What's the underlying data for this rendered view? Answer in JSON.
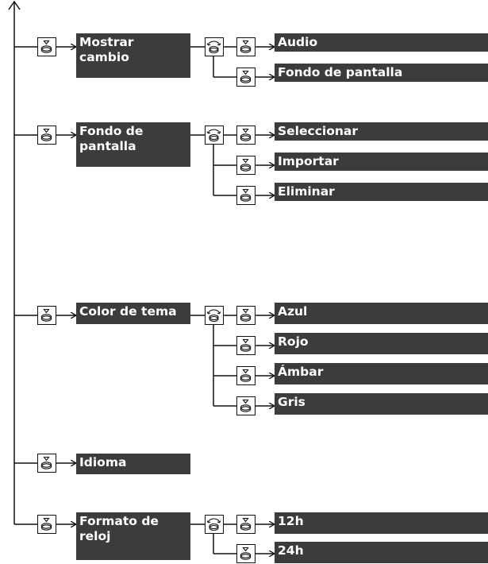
{
  "menu": [
    {
      "label": "Mostrar\ncambio",
      "has_rotary": true,
      "options": [
        "Audio",
        "Fondo de pantalla"
      ]
    },
    {
      "label": "Fondo de\npantalla",
      "has_rotary": true,
      "options": [
        "Seleccionar",
        "Importar",
        "Eliminar"
      ]
    },
    {
      "label": "Color de tema",
      "has_rotary": true,
      "options": [
        "Azul",
        "Rojo",
        "Ámbar",
        "Gris"
      ]
    },
    {
      "label": "Idioma",
      "has_rotary": false,
      "options": []
    },
    {
      "label": "Formato de\nreloj",
      "has_rotary": true,
      "options": [
        "12h",
        "24h"
      ]
    }
  ],
  "icons": {
    "press": "press-selector-icon",
    "rotate": "rotate-selector-icon"
  },
  "colors": {
    "label_bg": "#3c3c3c",
    "label_text": "#ffffff",
    "line": "#111111"
  }
}
